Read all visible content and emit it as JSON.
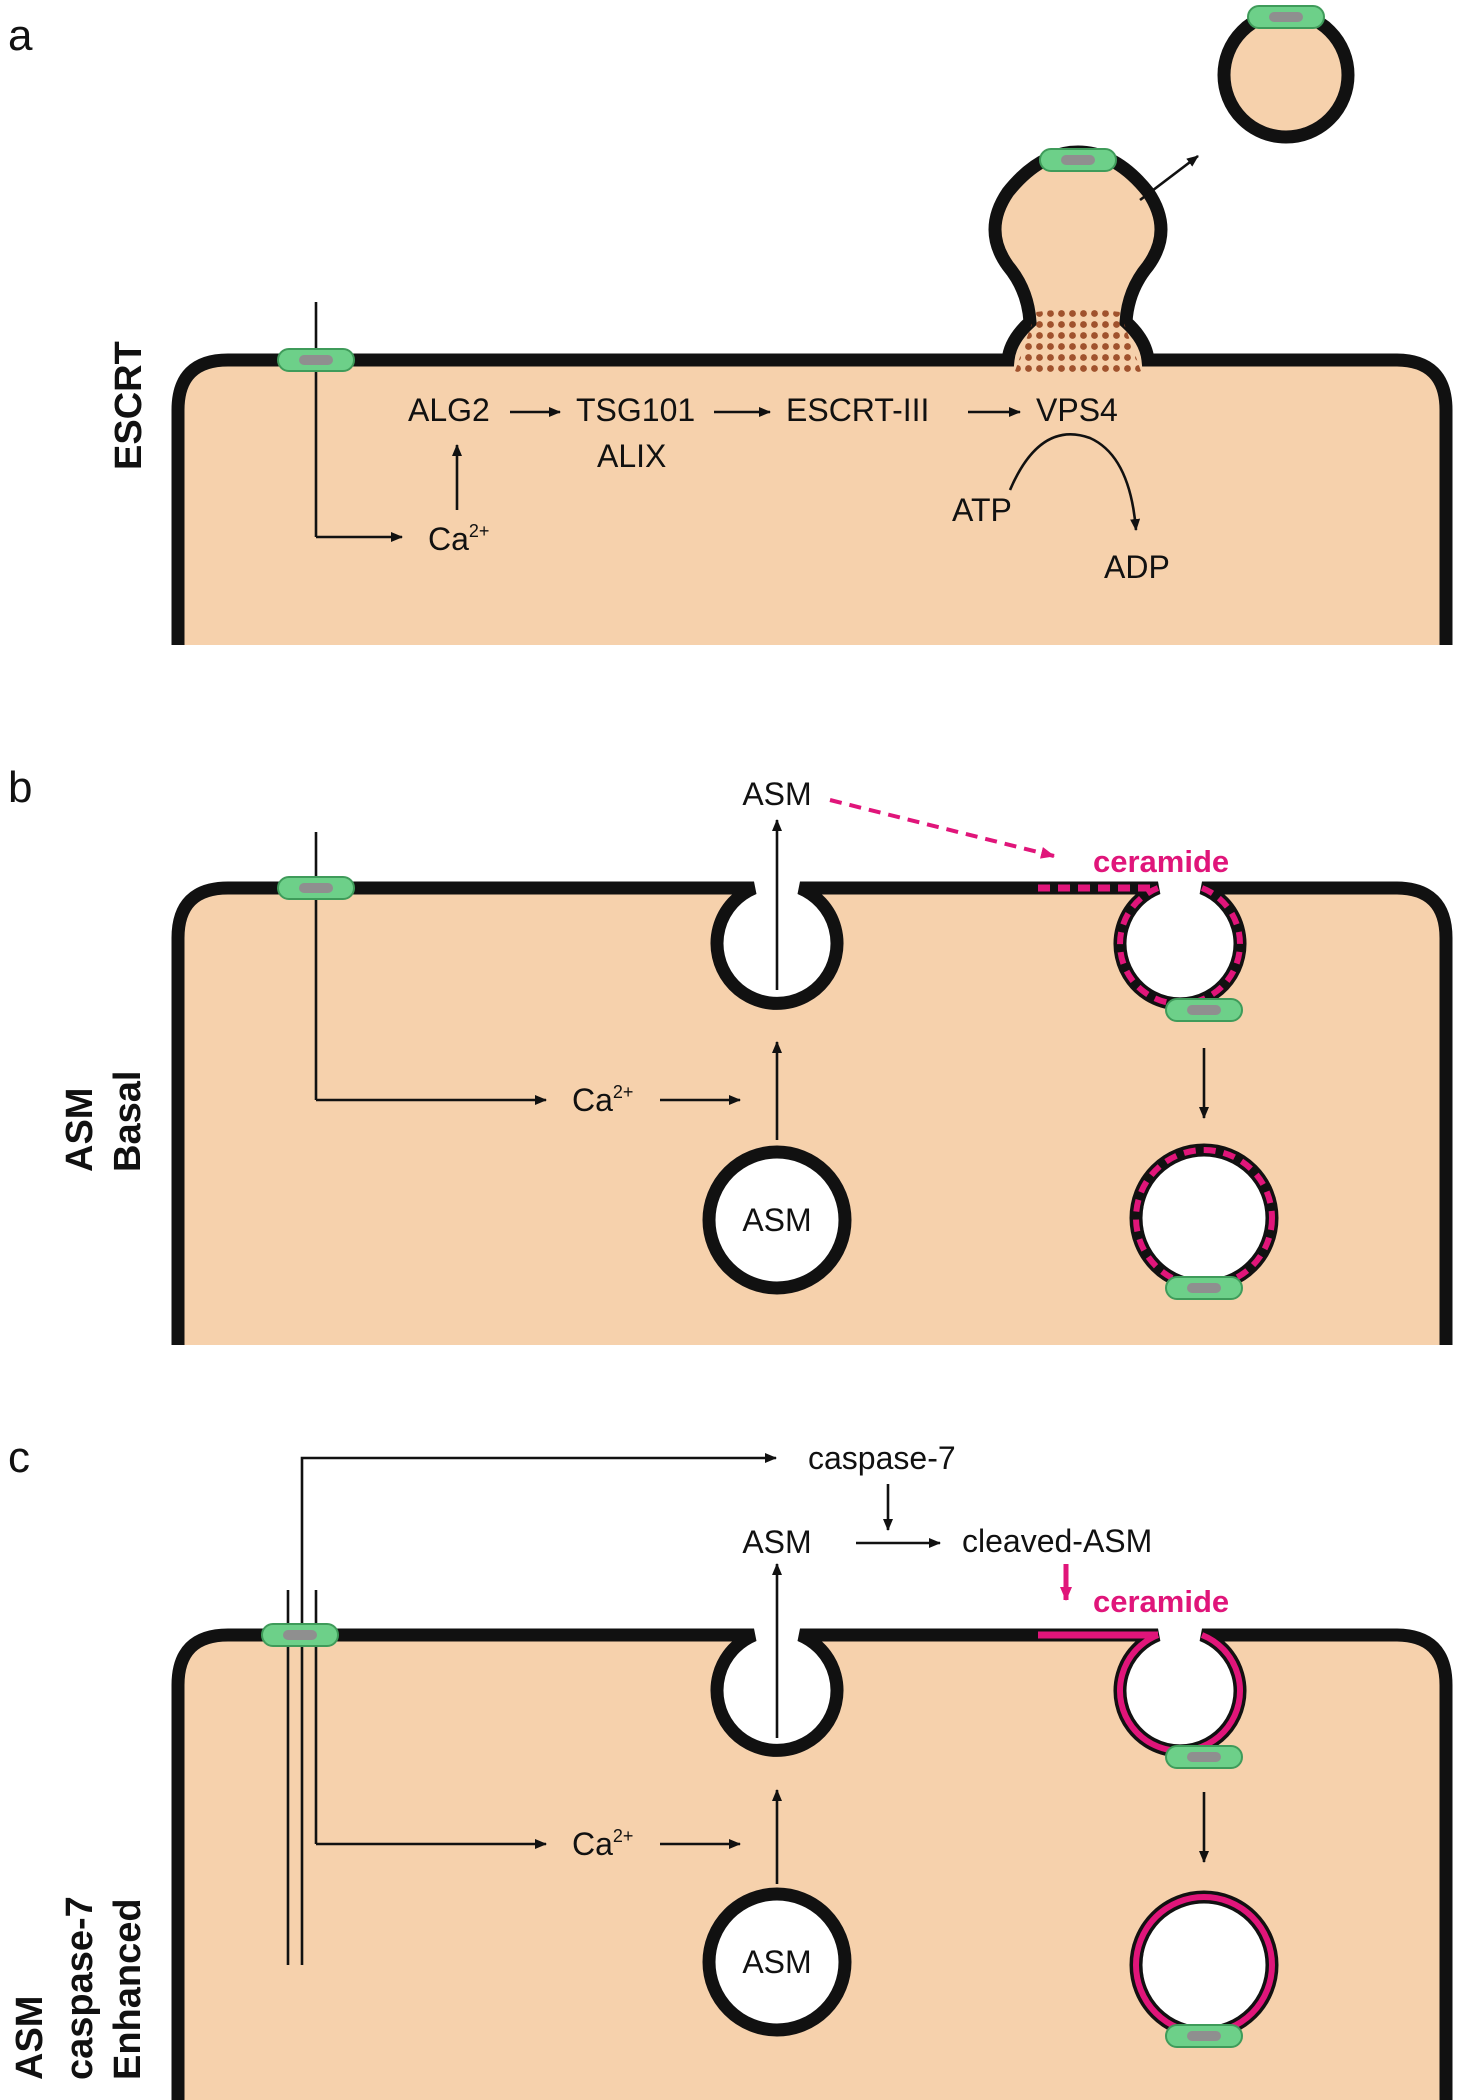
{
  "colors": {
    "cytoplasm": "#f6d1ac",
    "membrane": "#111111",
    "pore_green": "#6dd089",
    "pore_core": "#8f8f8f",
    "ceramide": "#e0157a",
    "escrt_dots": "#a0522d"
  },
  "panels": {
    "a": {
      "letter": "a",
      "side_label": [
        "ESCRT"
      ],
      "pathway": [
        "ALG2",
        "TSG101",
        "ESCRT-III",
        "VPS4"
      ],
      "alix": "ALIX",
      "calcium": "Ca",
      "calcium_sup": "2+",
      "atp": "ATP",
      "adp": "ADP"
    },
    "b": {
      "letter": "b",
      "side_label": [
        "ASM",
        "Basal"
      ],
      "asm_top": "ASM",
      "ceramide": "ceramide",
      "calcium": "Ca",
      "calcium_sup": "2+",
      "vesicle_asm": "ASM"
    },
    "c": {
      "letter": "c",
      "side_label": [
        "ASM",
        "caspase-7",
        "Enhanced"
      ],
      "caspase": "caspase-7",
      "asm_top": "ASM",
      "cleaved": "cleaved-ASM",
      "ceramide": "ceramide",
      "calcium": "Ca",
      "calcium_sup": "2+",
      "vesicle_asm": "ASM"
    }
  }
}
